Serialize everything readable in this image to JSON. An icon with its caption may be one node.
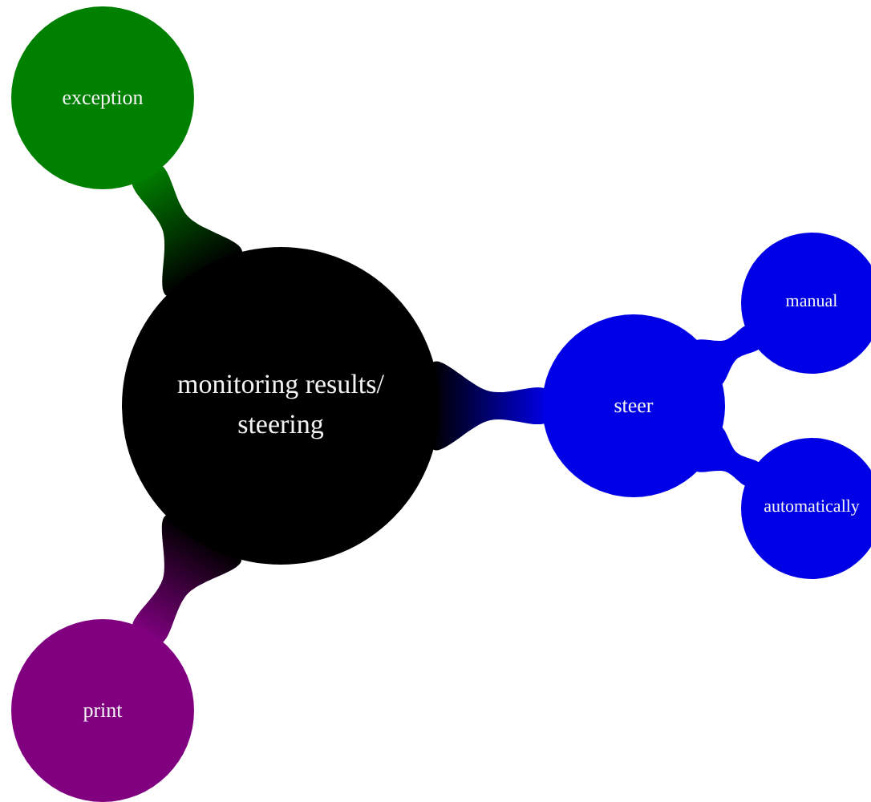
{
  "diagram": {
    "nodes": [
      {
        "text": [
          "monitoring results/ steering"
        ]
      },
      {
        "text": [
          "exception"
        ]
      },
      {
        "text": [
          "steer"
        ]
      },
      {
        "text": [
          "manual"
        ]
      },
      {
        "text": [
          "automatically"
        ]
      },
      {
        "text": [
          "print"
        ]
      }
    ],
    "edges": [
      {
        "from": 0,
        "to": 1,
        "arrow": "none"
      },
      {
        "from": 0,
        "to": 2,
        "arrow": "none"
      },
      {
        "from": 2,
        "to": 3,
        "arrow": "none"
      },
      {
        "from": 2,
        "to": 4,
        "arrow": "none"
      },
      {
        "from": 0,
        "to": 5,
        "arrow": "none"
      }
    ]
  }
}
